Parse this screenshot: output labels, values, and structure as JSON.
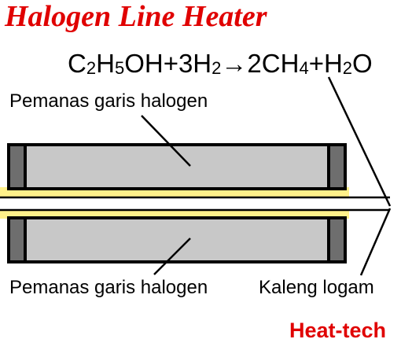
{
  "title": "Halogen Line Heater",
  "equation": {
    "c": "C",
    "c_sub": "2",
    "h": "H",
    "h_sub": "5",
    "oh": "OH+3H",
    "h2_sub": "2",
    "arrow": "→",
    "ch": "2CH",
    "ch4_sub": "4",
    "h2o_a": "+H",
    "h2o_sub": "2",
    "h2o_b": "O"
  },
  "labels": {
    "heater_top": "Pemanas garis halogen",
    "heater_bottom": "Pemanas garis halogen",
    "metal_can": "Kaleng logam"
  },
  "brand": "Heat-tech",
  "colors": {
    "title": "#e00000",
    "brand": "#e00000",
    "heater_fill": "#c8c8c8",
    "heater_end": "#6e6e6e",
    "glow": "#fff18a"
  }
}
